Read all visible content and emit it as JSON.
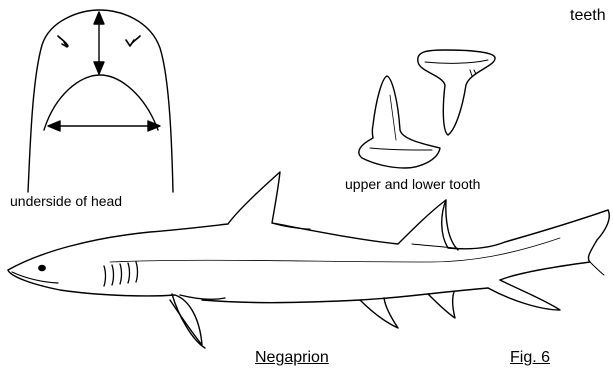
{
  "labels": {
    "teeth": "teeth",
    "head": "underside of head",
    "tooth": "upper and lower tooth",
    "genus": "Negaprion",
    "fig": "Fig. 6"
  },
  "colors": {
    "ink": "#000000",
    "paper": "#ffffff"
  }
}
